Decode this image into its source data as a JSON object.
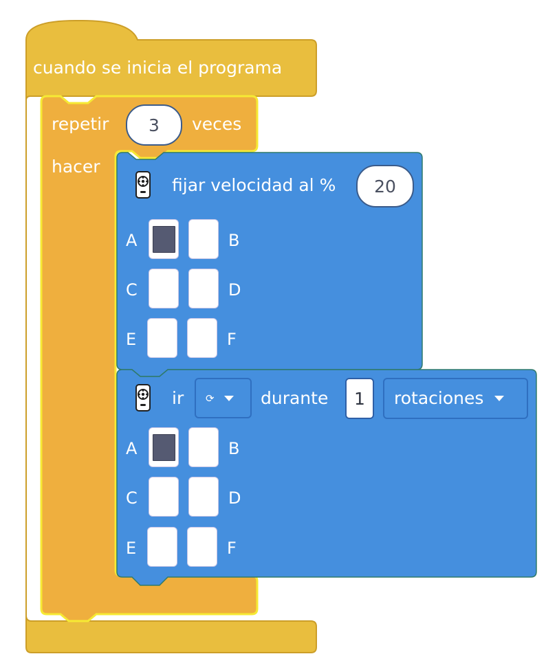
{
  "event_block": {
    "label": "cuando se inicia el programa"
  },
  "repeat_block": {
    "label_pre": "repetir",
    "count": "3",
    "label_post": "veces",
    "do_label": "hacer"
  },
  "speed_block": {
    "icon": "hub-icon",
    "label": "fijar velocidad al %",
    "value": "20",
    "ports": [
      {
        "left": "A",
        "right": "B",
        "left_on": true,
        "right_on": false
      },
      {
        "left": "C",
        "right": "D",
        "left_on": false,
        "right_on": false
      },
      {
        "left": "E",
        "right": "F",
        "left_on": false,
        "right_on": false
      }
    ]
  },
  "move_block": {
    "icon": "hub-icon",
    "label_pre": "ir",
    "direction_icon": "clockwise-icon",
    "direction_glyph": "⟳",
    "label_mid": "durante",
    "amount": "1",
    "unit": "rotaciones",
    "ports": [
      {
        "left": "A",
        "right": "B",
        "left_on": true,
        "right_on": false
      },
      {
        "left": "C",
        "right": "D",
        "left_on": false,
        "right_on": false
      },
      {
        "left": "E",
        "right": "F",
        "left_on": false,
        "right_on": false
      }
    ]
  },
  "colors": {
    "event": "#e9be3e",
    "repeat": "#efaf3e",
    "repeat_outline": "#f6ea34",
    "motor": "#458fde",
    "motor_dark": "#2f6fc0"
  }
}
